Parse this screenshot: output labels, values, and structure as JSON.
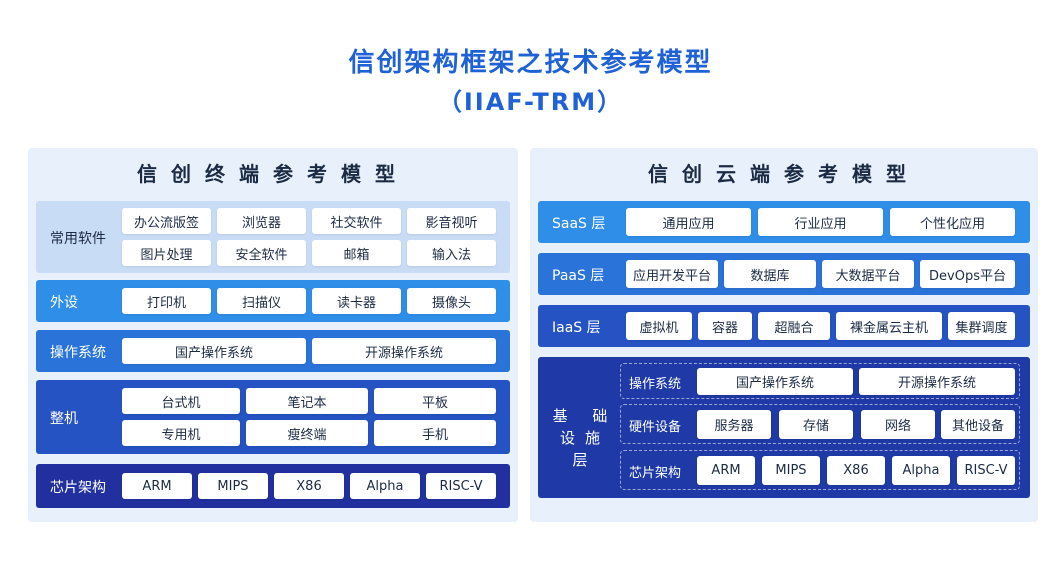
{
  "header": {
    "title": "信创架构框架之技术参考模型",
    "subtitle": "（IIAF-TRM）"
  },
  "left": {
    "title": "信创终端参考模型",
    "layers": [
      {
        "label": "常用软件",
        "items": [
          "办公流版签",
          "浏览器",
          "社交软件",
          "影音视听",
          "图片处理",
          "安全软件",
          "邮箱",
          "输入法"
        ]
      },
      {
        "label": "外设",
        "items": [
          "打印机",
          "扫描仪",
          "读卡器",
          "摄像头"
        ]
      },
      {
        "label": "操作系统",
        "items": [
          "国产操作系统",
          "开源操作系统"
        ]
      },
      {
        "label": "整机",
        "items": [
          "台式机",
          "笔记本",
          "平板",
          "专用机",
          "瘦终端",
          "手机"
        ]
      },
      {
        "label": "芯片架构",
        "items": [
          "ARM",
          "MIPS",
          "X86",
          "Alpha",
          "RISC-V"
        ]
      }
    ]
  },
  "right": {
    "title": "信创云端参考模型",
    "layers": [
      {
        "label": "SaaS 层",
        "items": [
          "通用应用",
          "行业应用",
          "个性化应用"
        ]
      },
      {
        "label": "PaaS 层",
        "items": [
          "应用开发平台",
          "数据库",
          "大数据平台",
          "DevOps平台"
        ]
      },
      {
        "label": "IaaS 层",
        "items": [
          "虚拟机",
          "容器",
          "超融合",
          "裸金属云主机",
          "集群调度"
        ]
      }
    ],
    "base": {
      "label_line1": "基 础",
      "label_line2": "设施层",
      "rows": [
        {
          "label": "操作系统",
          "items": [
            "国产操作系统",
            "开源操作系统"
          ]
        },
        {
          "label": "硬件设备",
          "items": [
            "服务器",
            "存储",
            "网络",
            "其他设备"
          ]
        },
        {
          "label": "芯片架构",
          "items": [
            "ARM",
            "MIPS",
            "X86",
            "Alpha",
            "RISC-V"
          ]
        }
      ]
    }
  },
  "colors": {
    "title": "#1f62d6",
    "panel_bg": "#e7f0fb",
    "layer_1": "#c9dcf5",
    "layer_2": "#2f8ee8",
    "layer_3": "#2a73d8",
    "layer_4": "#2553c4",
    "layer_5": "#21309e",
    "base": "#1f3aa6"
  }
}
